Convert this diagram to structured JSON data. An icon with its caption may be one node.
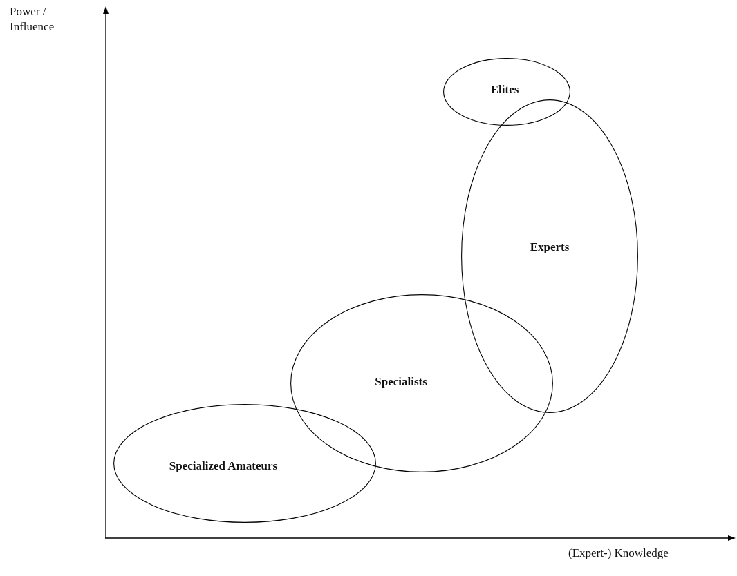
{
  "diagram": {
    "nodes": [
      {
        "text": [
          "Elites"
        ]
      },
      {
        "text": [
          "Experts"
        ]
      },
      {
        "text": [
          "Specialists"
        ]
      },
      {
        "text": [
          "Specialized Amateurs"
        ]
      }
    ],
    "labels": [
      "Power / Influence",
      "(Expert-) Knowledge"
    ]
  }
}
